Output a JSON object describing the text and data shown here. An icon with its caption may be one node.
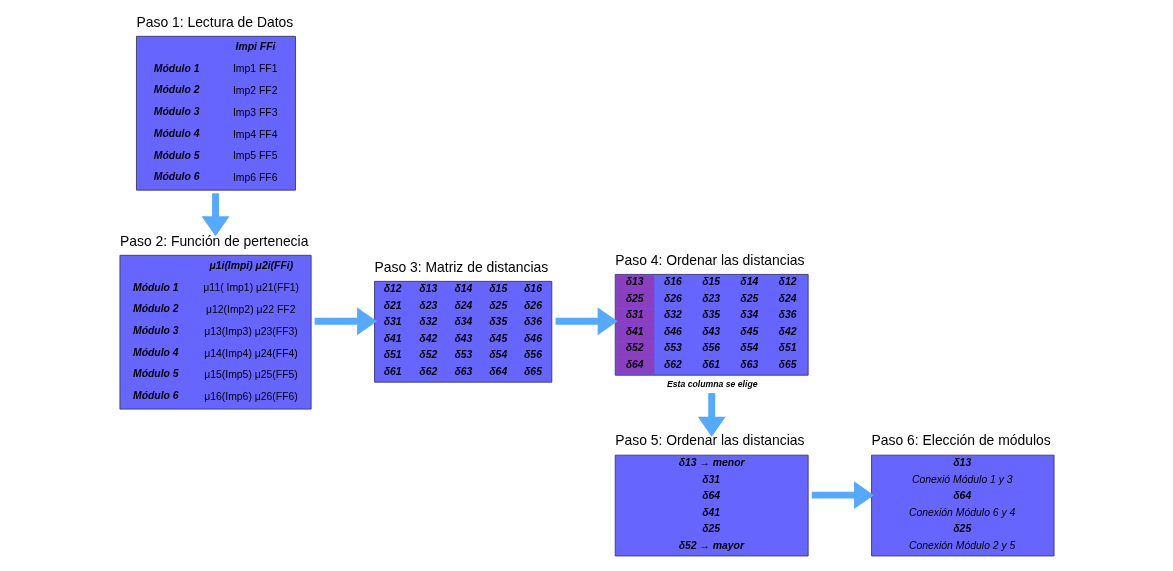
{
  "diagram": {
    "nodes": [
      {
        "text": [
          "Paso 1: Lectura de Datos",
          "Impi FFi",
          "Módulo 1",
          "Imp1 FF1",
          "Módulo 2",
          "Imp2 FF2",
          "Módulo 3",
          "Imp3 FF3",
          "Módulo 4",
          "Imp4 FF4",
          "Módulo 5",
          "Imp5 FF5",
          "Módulo 6",
          "Imp6 FF6"
        ]
      },
      {
        "text": [
          "Paso 2: Función de pertenecia",
          "μ1i(Impi) μ2i(FFi)",
          "Módulo 1",
          "μ11( Imp1) μ21(FF1)",
          "Módulo 2",
          "μ12(Imp2) μ22 FF2",
          "Módulo 3",
          "μ13(Imp3) μ23(FF3)",
          "Módulo 4",
          "μ14(Imp4) μ24(FF4)",
          "Módulo 5",
          "μ15(Imp5) μ25(FF5)",
          "Módulo 6",
          "μ16(Imp6) μ26(FF6)"
        ]
      },
      {
        "text": [
          "Paso 3: Matriz de distancias",
          "δ12",
          "δ13",
          "δ14",
          "δ15",
          "δ16",
          "δ21",
          "δ23",
          "δ24",
          "δ25",
          "δ26",
          "δ31",
          "δ32",
          "δ34",
          "δ35",
          "δ36",
          "δ41",
          "δ42",
          "δ43",
          "δ45",
          "δ46",
          "δ51",
          "δ52",
          "δ53",
          "δ54",
          "δ56",
          "δ61",
          "δ62",
          "δ63",
          "δ64",
          "δ65"
        ]
      },
      {
        "text": [
          "Paso 4: Ordenar las distancias",
          "δ13",
          "δ16",
          "δ15",
          "δ14",
          "δ12",
          "δ25",
          "δ26",
          "δ23",
          "δ25",
          "δ24",
          "δ31",
          "δ32",
          "δ35",
          "δ34",
          "δ36",
          "δ41",
          "δ46",
          "δ43",
          "δ45",
          "δ42",
          "δ52",
          "δ53",
          "δ56",
          "δ54",
          "δ51",
          "δ64",
          "δ62",
          "δ61",
          "δ63",
          "δ65"
        ],
        "beside": [
          "Esta columna se elige"
        ]
      },
      {
        "text": [
          "Paso 5: Ordenar las distancias",
          "δ13 → menor",
          "δ31",
          "δ64",
          "δ41",
          "δ25",
          "δ52 → mayor"
        ]
      },
      {
        "text": [
          "Paso 6: Elección de módulos",
          "δ13",
          "Conexió Módulo 1 y 3",
          "δ64",
          "Conexión Módulo 6 y 4",
          "δ25",
          "Conexión Módulo 2 y 5"
        ]
      }
    ],
    "edges": [
      {
        "from": 0,
        "to": 1,
        "arrow": "to"
      },
      {
        "from": 1,
        "to": 2,
        "arrow": "to"
      },
      {
        "from": 2,
        "to": 3,
        "arrow": "to"
      },
      {
        "from": 3,
        "to": 4,
        "arrow": "to"
      },
      {
        "from": 4,
        "to": 5,
        "arrow": "to"
      }
    ]
  }
}
